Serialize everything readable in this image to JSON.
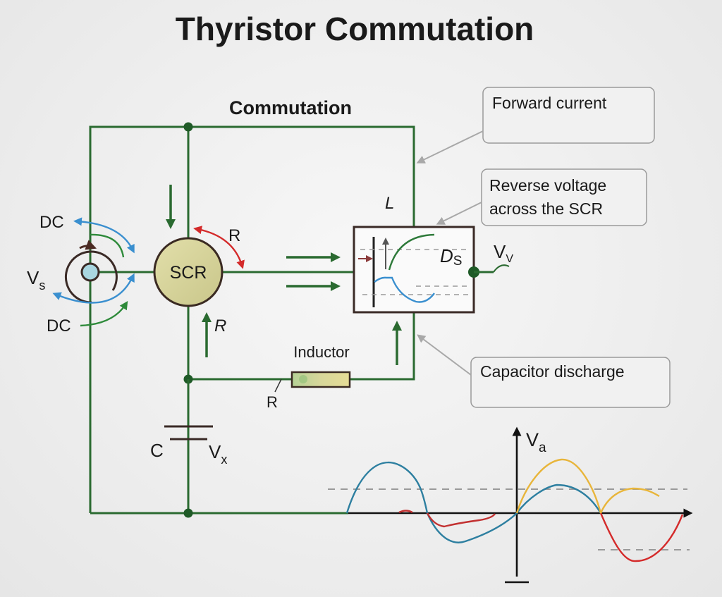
{
  "title": "Thyristor Commutation",
  "subtitle": "Commutation",
  "colors": {
    "wire": "#2a6a30",
    "scr_fill": "#d6d39a",
    "blue": "#3a8fcf",
    "red": "#d42a2a",
    "yellow": "#e8b53a",
    "teal": "#2d7fa0",
    "dark_brown": "#4a2a22",
    "callout_border": "#9a9a9a"
  },
  "source": {
    "label_top": "DC",
    "label_bottom": "DC",
    "voltage_label": "V",
    "voltage_sub": "s"
  },
  "scr": {
    "label": "SCR",
    "label_R_top": "R",
    "label_R_bottom": "R"
  },
  "inductor": {
    "label": "Inductor",
    "tag": "R"
  },
  "capacitor": {
    "label": "C",
    "voltage_label": "V",
    "voltage_sub": "x"
  },
  "box": {
    "label_L": "L",
    "label_D": "D",
    "label_D_sub": "S",
    "output_label": "V",
    "output_sub": "V"
  },
  "callouts": [
    {
      "lines": [
        "Forward current"
      ]
    },
    {
      "lines": [
        "Reverse voltage",
        "across the SCR"
      ]
    },
    {
      "lines": [
        "Capacitor discharge"
      ]
    }
  ],
  "waveform": {
    "axis_label": "V",
    "axis_sub": "a",
    "series": [
      {
        "name": "blue-sine",
        "color": "#2d7fa0",
        "description": "main sinusoidal waveform"
      },
      {
        "name": "red-segment",
        "color": "#d42a2a",
        "description": "negative half after zero crossing"
      },
      {
        "name": "yellow-segment",
        "color": "#e8b53a",
        "description": "rectified positive lobes"
      }
    ]
  }
}
